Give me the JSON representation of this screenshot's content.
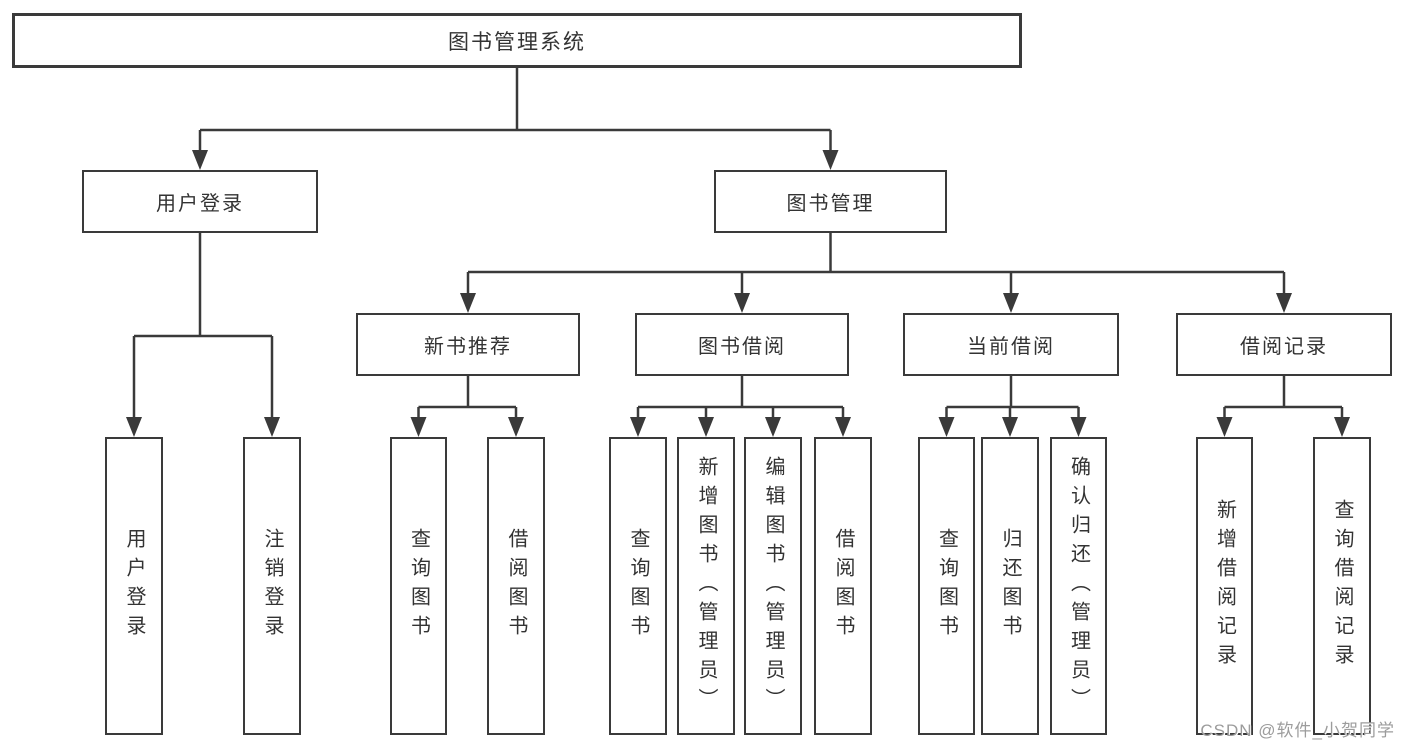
{
  "watermark": "CSDN @软件_小贺同学",
  "colors": {
    "line": "#3a3a3a",
    "box_border": "#3a3a3a",
    "text": "#333333",
    "watermark_text": "#9c9c9c",
    "background": "#ffffff"
  },
  "tree": {
    "label": "图书管理系统",
    "children": [
      {
        "label": "用户登录",
        "children": [
          {
            "label": "用户登录"
          },
          {
            "label": "注销登录"
          }
        ]
      },
      {
        "label": "图书管理",
        "children": [
          {
            "label": "新书推荐",
            "children": [
              {
                "label": "查询图书"
              },
              {
                "label": "借阅图书"
              }
            ]
          },
          {
            "label": "图书借阅",
            "children": [
              {
                "label": "查询图书"
              },
              {
                "label": "新增图书（管理员）"
              },
              {
                "label": "编辑图书（管理员）"
              },
              {
                "label": "借阅图书"
              }
            ]
          },
          {
            "label": "当前借阅",
            "children": [
              {
                "label": "查询图书"
              },
              {
                "label": "归还图书"
              },
              {
                "label": "确认归还（管理员）"
              }
            ]
          },
          {
            "label": "借阅记录",
            "children": [
              {
                "label": "新增借阅记录"
              },
              {
                "label": "查询借阅记录"
              }
            ]
          }
        ]
      }
    ]
  }
}
